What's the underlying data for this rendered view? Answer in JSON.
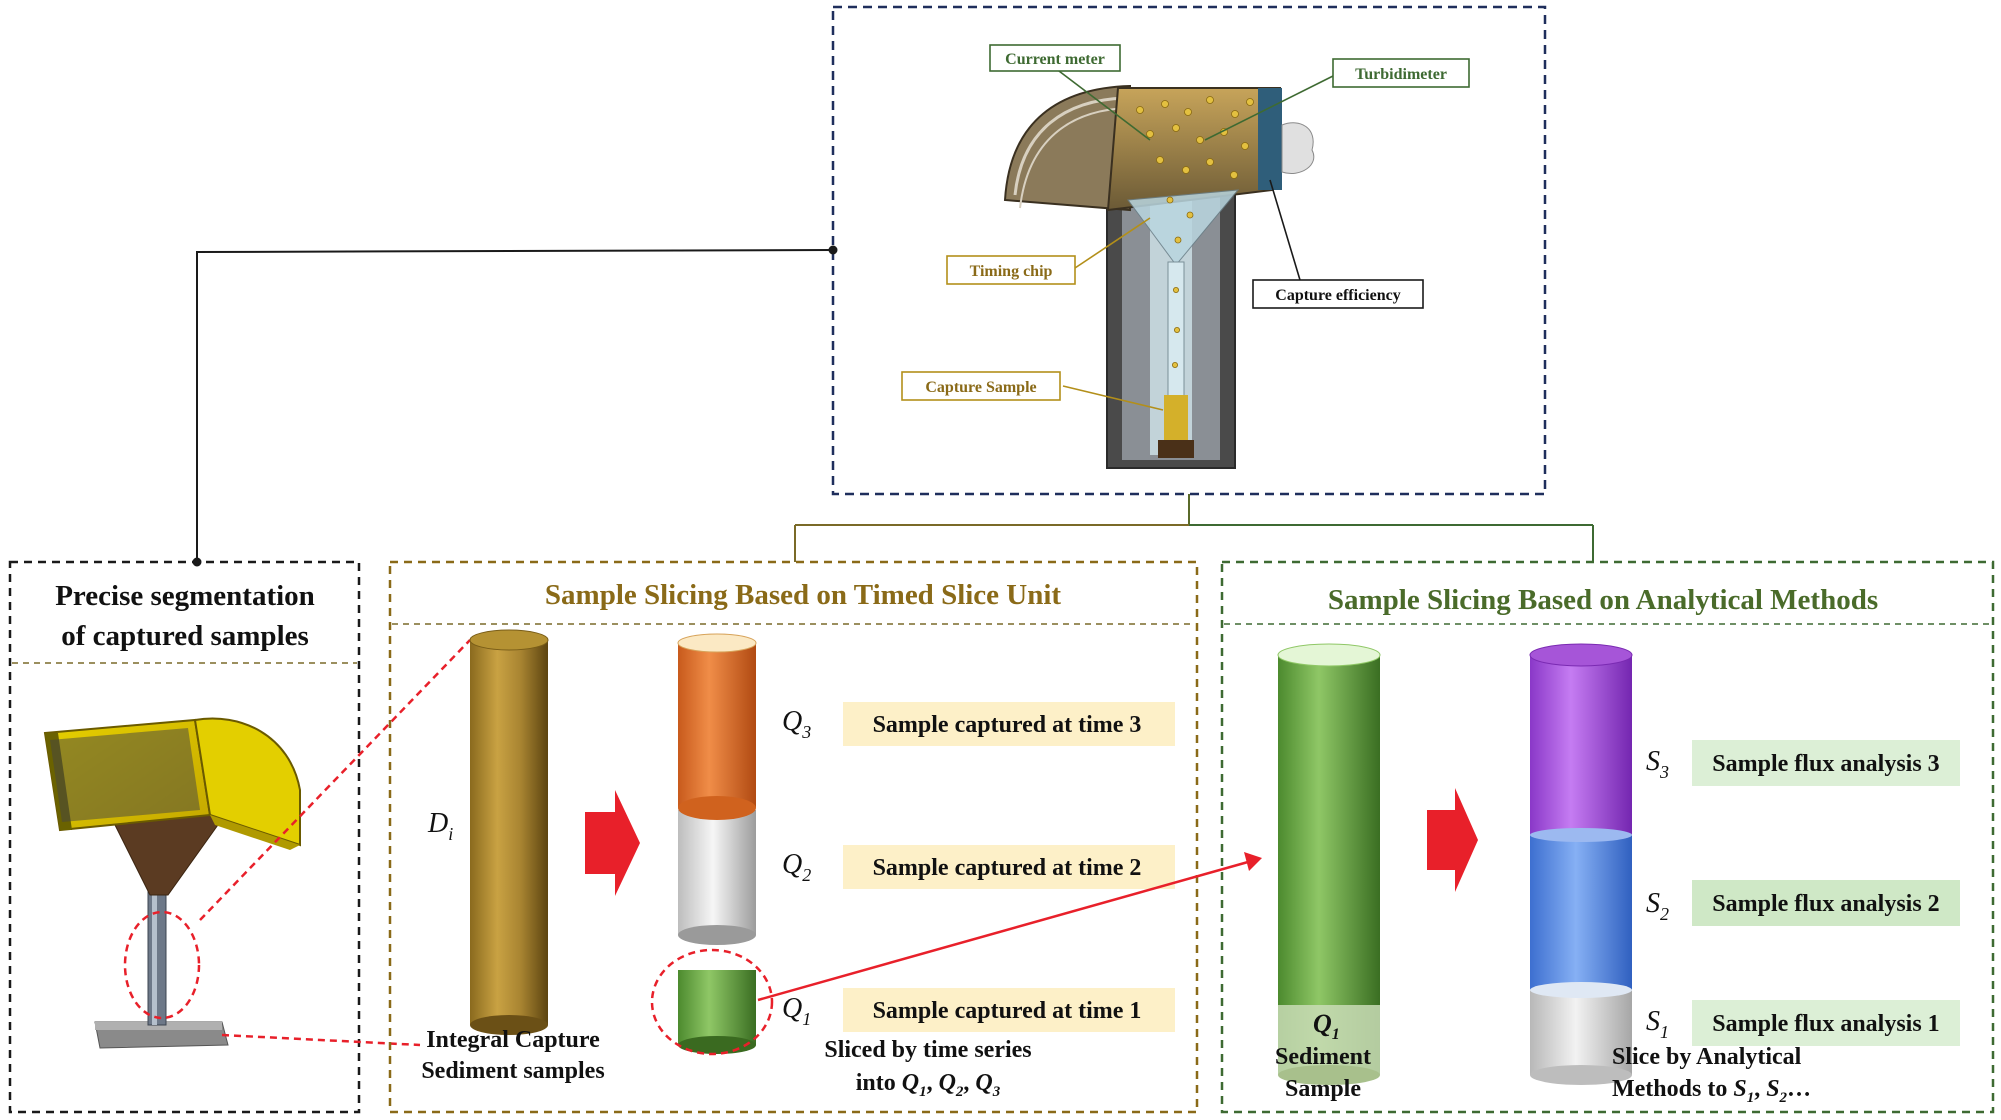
{
  "device_callouts": {
    "current_meter": "Current meter",
    "turbidimeter": "Turbidimeter",
    "timing_chip": "Timing chip",
    "capture_efficiency": "Capture efficiency",
    "capture_sample": "Capture Sample"
  },
  "left_panel": {
    "title_line1": "Precise segmentation",
    "title_line2": "of captured samples"
  },
  "middle_panel": {
    "title": "Sample Slicing Based on  Timed Slice Unit",
    "column_symbol": "D",
    "column_symbol_sub": "i",
    "integral_line1": "Integral Capture",
    "integral_line2": "Sediment samples",
    "slices": [
      {
        "symbol": "Q",
        "sub": "3",
        "label": "Sample captured at time 3"
      },
      {
        "symbol": "Q",
        "sub": "2",
        "label": "Sample captured at time 2"
      },
      {
        "symbol": "Q",
        "sub": "1",
        "label": "Sample captured at time 1"
      }
    ],
    "caption_line1": "Sliced by time series",
    "caption_line2_prefix": "into ",
    "caption_items": [
      {
        "symbol": "Q",
        "sub": "1",
        "sep": ", "
      },
      {
        "symbol": "Q",
        "sub": "2",
        "sep": ", "
      },
      {
        "symbol": "Q",
        "sub": "3",
        "sep": ""
      }
    ]
  },
  "right_panel": {
    "title": "Sample Slicing Based on Analytical Methods",
    "sample_symbol": "Q",
    "sample_sub": "1",
    "sample_line1": "Sediment",
    "sample_line2": "Sample",
    "slices": [
      {
        "symbol": "S",
        "sub": "3",
        "label": "Sample flux analysis 3"
      },
      {
        "symbol": "S",
        "sub": "2",
        "label": "Sample flux analysis 2"
      },
      {
        "symbol": "S",
        "sub": "1",
        "label": "Sample flux analysis 1"
      }
    ],
    "caption_line1": "Slice by Analytical",
    "caption_line2_prefix": "Methods to ",
    "caption_items": [
      {
        "symbol": "S",
        "sub": "1",
        "sep": ", "
      },
      {
        "symbol": "S",
        "sub": "2",
        "sep": "…"
      }
    ]
  },
  "colors": {
    "navy_border": "#1f2e5c",
    "olive_border": "#7a6a28",
    "green_border": "#3e6a32",
    "olive_title": "#8a6a18",
    "green_title": "#4a6b2a",
    "red": "#e8202a",
    "beige_label": "#fdf0c8",
    "green_label": "#dcefd6"
  }
}
